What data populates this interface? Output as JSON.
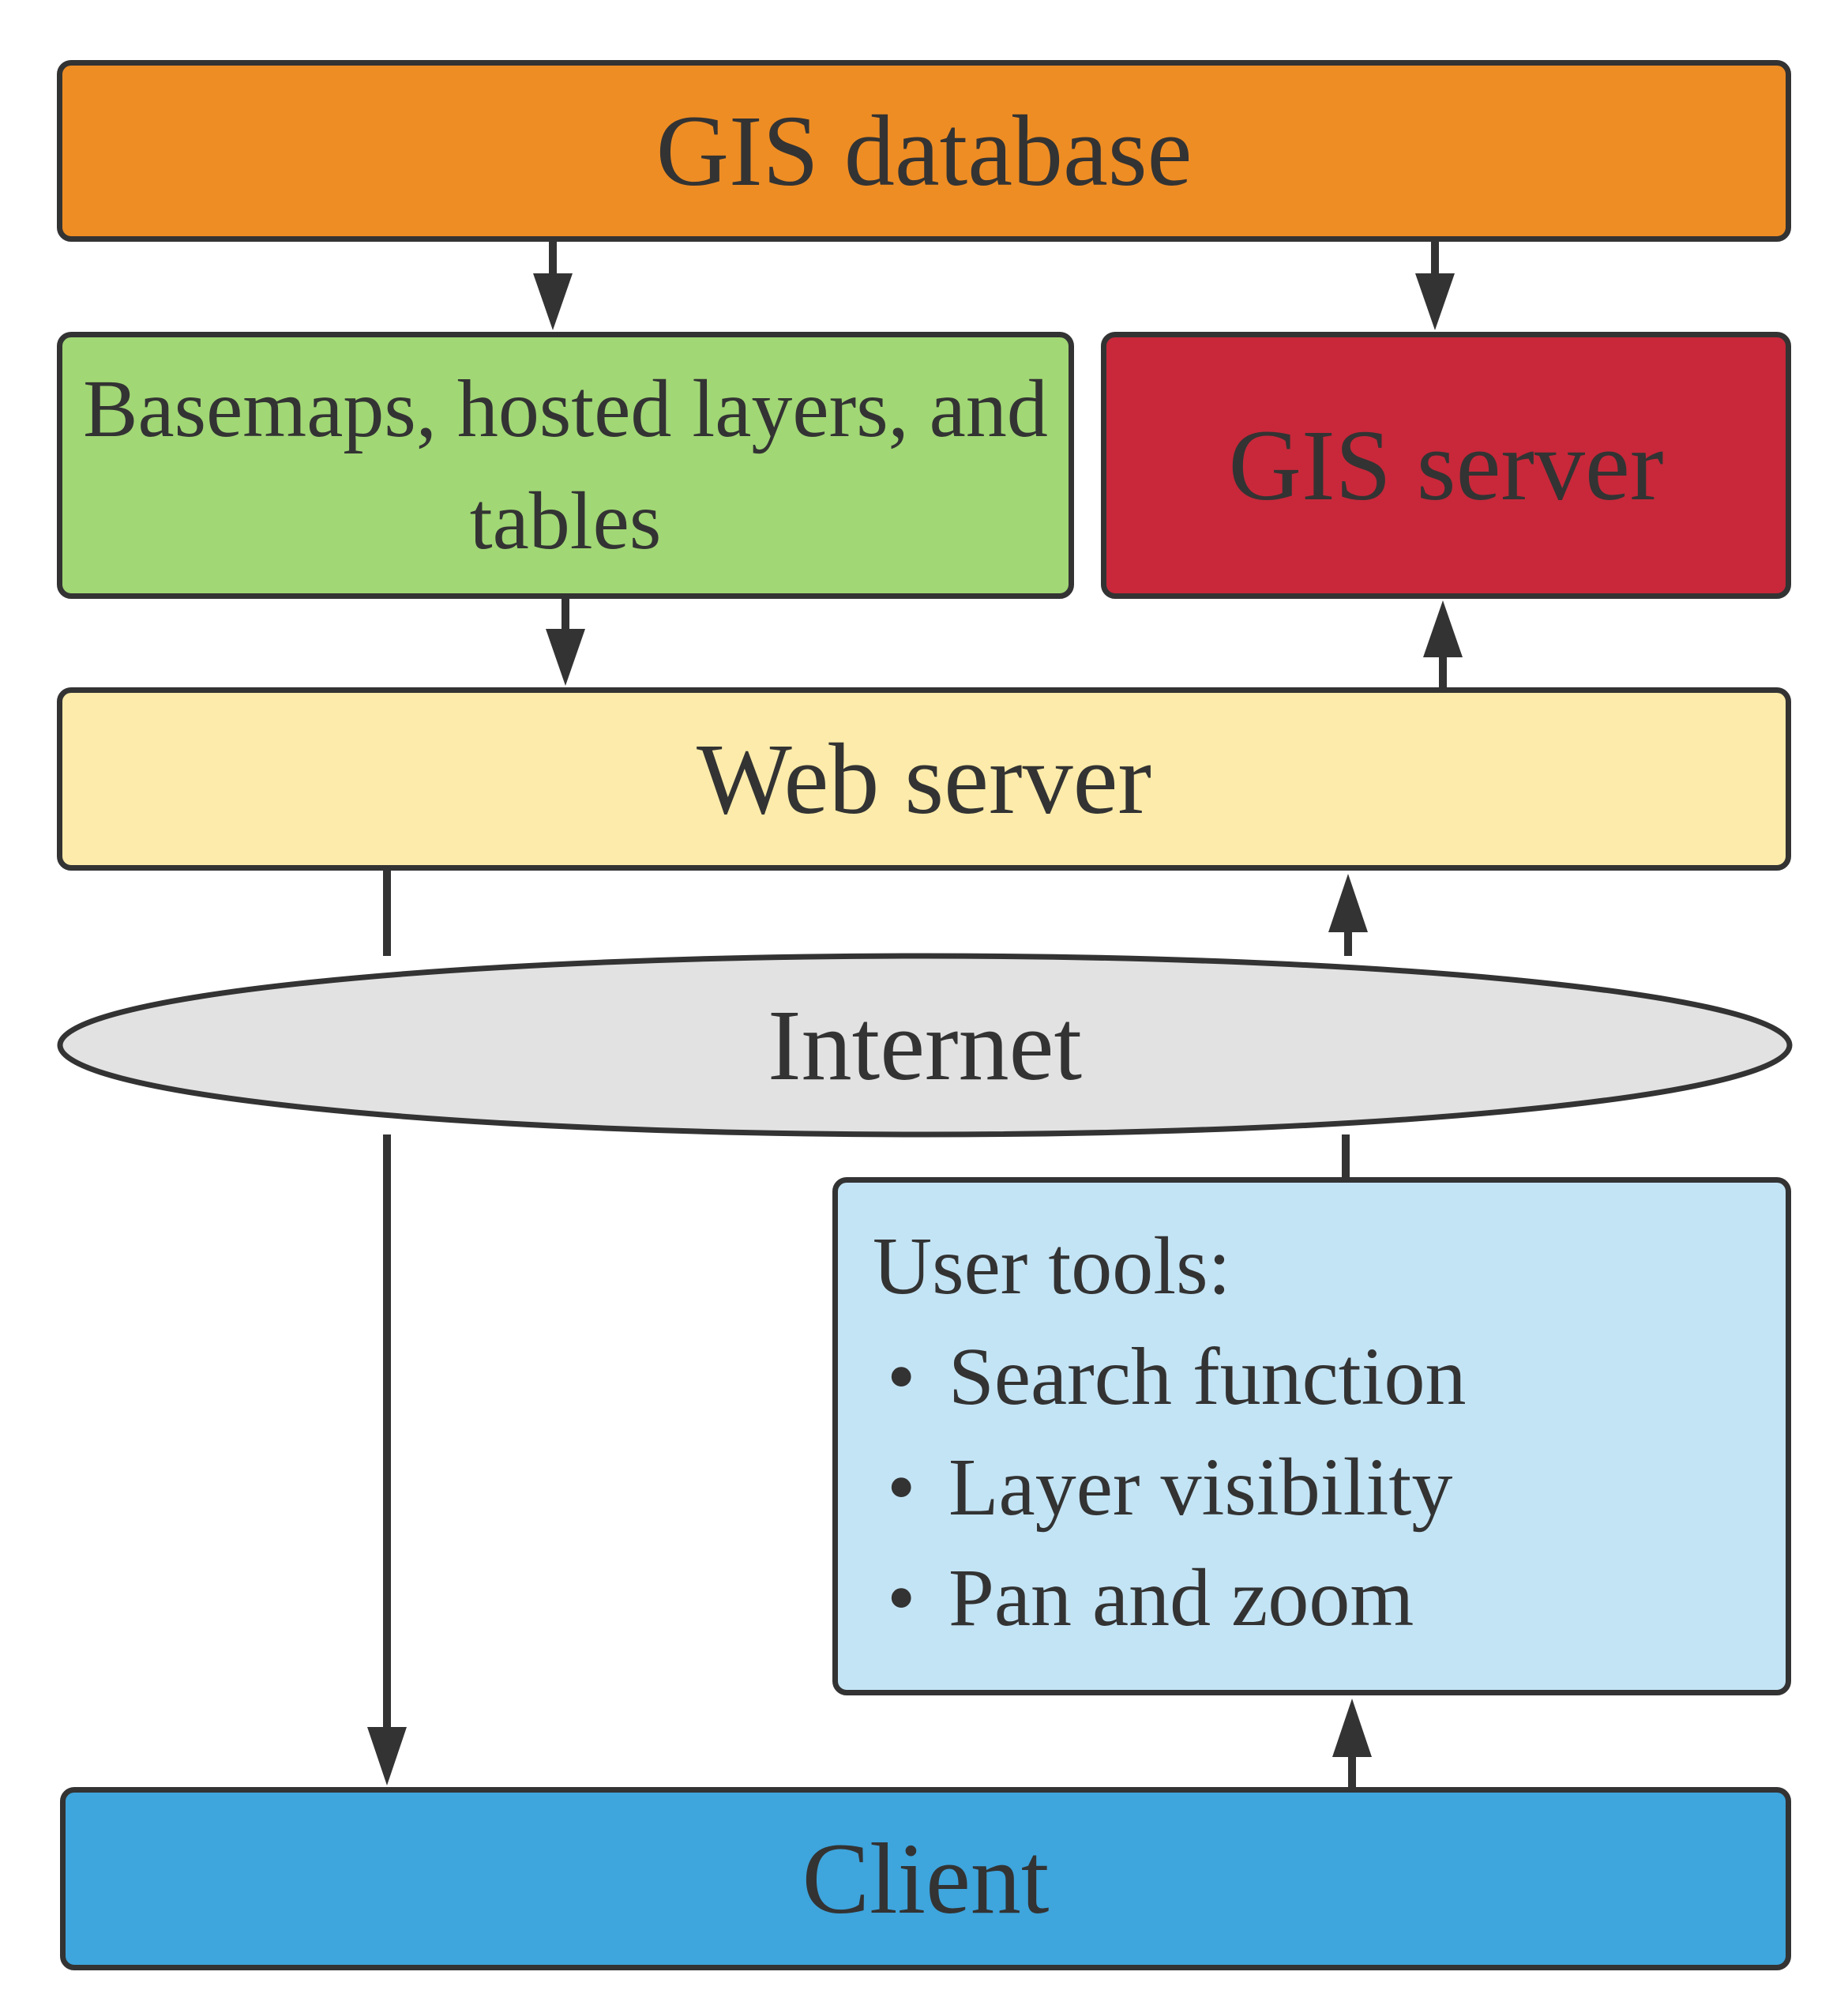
{
  "nodes": {
    "gis_database": {
      "label": "GIS database",
      "color": "#ee8d24"
    },
    "basemaps": {
      "label": "Basemaps, hosted layers, and tables",
      "color": "#a1d775"
    },
    "gis_server": {
      "label": "GIS server",
      "color": "#c8283a"
    },
    "web_server": {
      "label": "Web server",
      "color": "#fcebaa"
    },
    "internet": {
      "label": "Internet",
      "color": "#e2e2e2"
    },
    "user_tools": {
      "title": "User tools:",
      "items": [
        "Search function",
        "Layer visibility",
        "Pan and zoom"
      ],
      "bullet": "•",
      "color": "#c3e4f5"
    },
    "client": {
      "label": "Client",
      "color": "#3ea5dd"
    }
  },
  "edges": [
    {
      "from": "GIS database",
      "to": "Basemaps, hosted layers, and tables"
    },
    {
      "from": "GIS database",
      "to": "GIS server"
    },
    {
      "from": "Basemaps, hosted layers, and tables",
      "to": "Web server"
    },
    {
      "from": "Web server",
      "to": "GIS server"
    },
    {
      "from": "Web server",
      "to": "Client",
      "via": "Internet"
    },
    {
      "from": "User tools:",
      "to": "Web server",
      "via": "Internet"
    },
    {
      "from": "Client",
      "to": "User tools:"
    }
  ]
}
